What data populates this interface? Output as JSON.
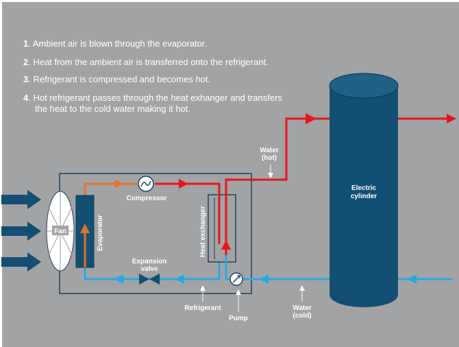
{
  "steps": [
    {
      "num": "1",
      "text": ". Ambient air is blown through the evaporator."
    },
    {
      "num": "2",
      "text": ". Heat from the ambient air is transferred onto the refrigerant."
    },
    {
      "num": "3",
      "text": ". Refrigerant is compressed and becomes hot."
    },
    {
      "num": "4",
      "text": ". Hot refrigerant passes through the heat exhanger and transfers",
      "text2": "the heat to the cold water making it hot."
    }
  ],
  "labels": {
    "fan": "Fan",
    "evaporator": "Evaporator",
    "compressor": "Compressor",
    "heat_exchanger": "Heat exchanger",
    "expansion_1": "Expansion",
    "expansion_2": "valve",
    "refrigerant": "Refrigerant",
    "pump": "Pump",
    "water_hot_1": "Water",
    "water_hot_2": "(hot)",
    "water_cold_1": "Water",
    "water_cold_2": "(cold)",
    "cylinder_1": "Electric",
    "cylinder_2": "cylinder"
  },
  "colors": {
    "background": "#a2a3a5",
    "hot": "#e8141c",
    "warm": "#e8702a",
    "cold": "#29a8e0",
    "component": "#134f73",
    "air_arrow": "#134f73"
  }
}
